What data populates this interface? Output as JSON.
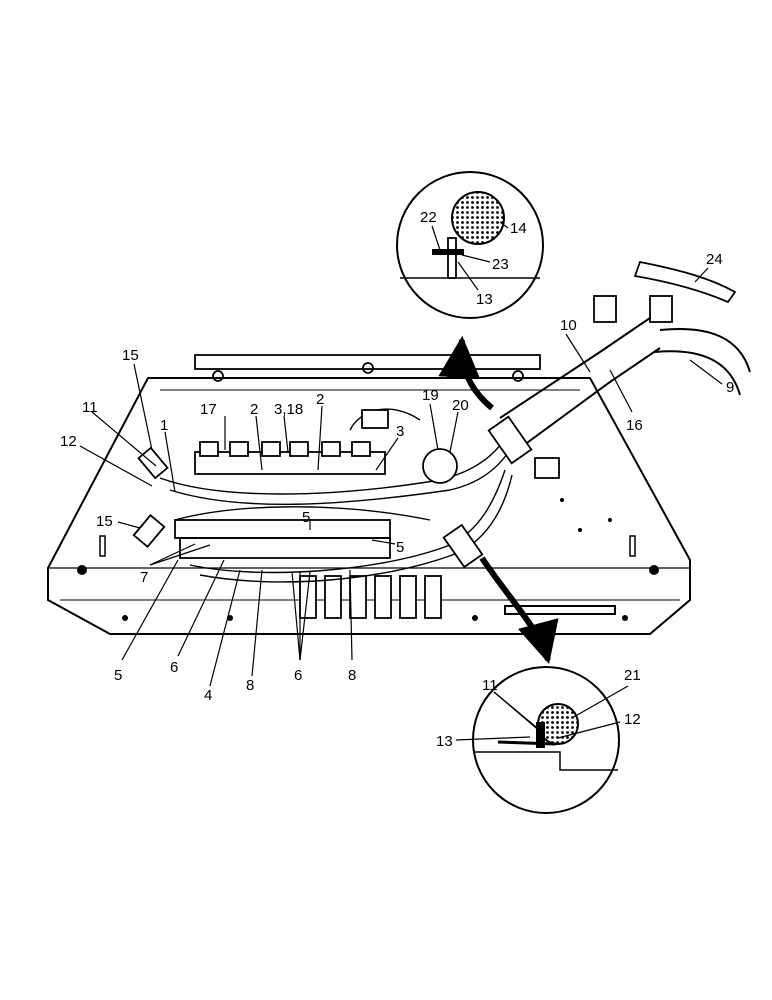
{
  "diagram": {
    "ink_color": "#000000",
    "background_color": "#ffffff",
    "callouts": {
      "c1": "1",
      "c2a": "2",
      "c2b": "2",
      "c3": "3",
      "c318": "3,18",
      "c4": "4",
      "c5a": "5",
      "c5b": "5",
      "c5c": "5",
      "c6a": "6",
      "c6b": "6",
      "c7": "7",
      "c8a": "8",
      "c8b": "8",
      "c9": "9",
      "c10": "10",
      "c11": "11",
      "c12": "12",
      "c15a": "15",
      "c15b": "15",
      "c16": "16",
      "c17": "17",
      "c19": "19",
      "c20": "20",
      "c24": "24"
    },
    "detail_top": {
      "c22": "22",
      "c14": "14",
      "c23": "23",
      "c13": "13"
    },
    "detail_bottom": {
      "c11": "11",
      "c21": "21",
      "c12": "12",
      "c13": "13"
    }
  }
}
